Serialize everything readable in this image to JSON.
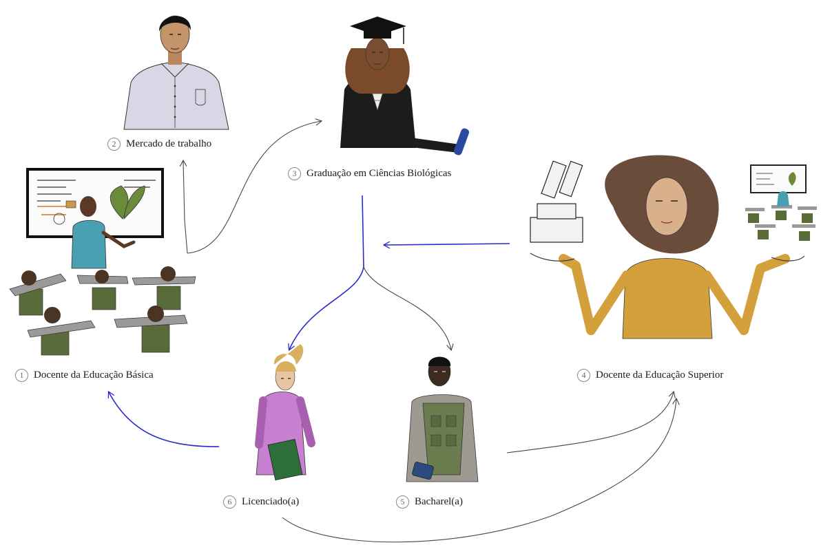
{
  "nodes": [
    {
      "id": "docente-basica",
      "number": "1",
      "label": "Docente da Educação Básica"
    },
    {
      "id": "mercado",
      "number": "2",
      "label": "Mercado de trabalho"
    },
    {
      "id": "graduacao",
      "number": "3",
      "label": "Graduação em Ciências Biológicas"
    },
    {
      "id": "docente-superior",
      "number": "4",
      "label": "Docente da Educação Superior"
    },
    {
      "id": "bacharel",
      "number": "5",
      "label": "Bacharel(a)"
    },
    {
      "id": "licenciado",
      "number": "6",
      "label": "Licenciado(a)"
    }
  ],
  "arrow_colors": {
    "primary": "#2a2ad0",
    "secondary": "#444444"
  },
  "figure_colors": {
    "blue_shirt": "#4a9fb0",
    "lilac_shirt": "#c77fd0",
    "green_vest": "#6b7d4e",
    "mustard_sweater": "#d4a03c",
    "grey_shirt": "#d9d6e6",
    "gown": "#1c1c1c",
    "hair_brown": "#7a4a2a"
  }
}
